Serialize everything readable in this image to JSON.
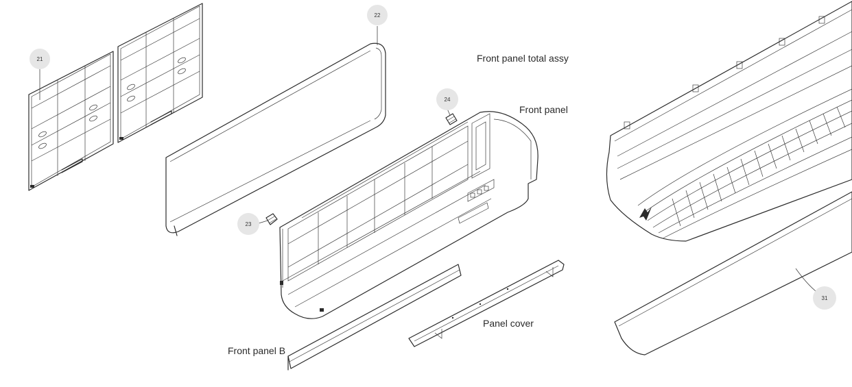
{
  "callouts": {
    "c21": "21",
    "c22": "22",
    "c23": "23",
    "c24": "24",
    "c31": "31"
  },
  "labels": {
    "front_panel_total_assy": "Front panel total assy",
    "front_panel": "Front panel",
    "panel_cover": "Panel cover",
    "front_panel_b": "Front panel B"
  },
  "parts": {
    "air_filters": "air-filter",
    "front_panel_board": "front-panel-board",
    "front_panel_frame": "front-panel-frame",
    "front_panel_b_strip": "front-panel-b",
    "panel_cover_strip": "panel-cover",
    "clip_23": "clip",
    "clip_24": "clip",
    "assembled_unit": "front-panel-total-assy",
    "lower_cover_31": "lower-cover"
  }
}
